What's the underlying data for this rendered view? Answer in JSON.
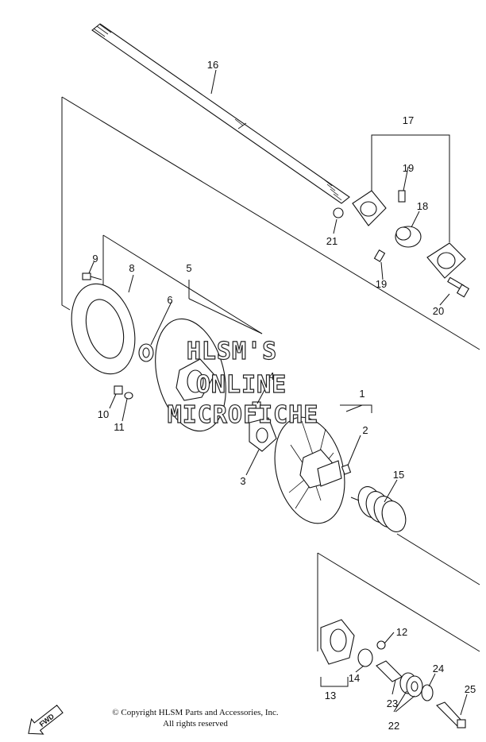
{
  "watermark": {
    "line1": "HLSM'S",
    "line2": "ONLINE",
    "line3": "MICROFICHE"
  },
  "copyright": {
    "line1": "© Copyright HLSM Parts and Accessories, Inc.",
    "line2": "All rights reserved"
  },
  "fwd_label": "FWD",
  "callouts": [
    {
      "id": "p1",
      "label": "1"
    },
    {
      "id": "p2",
      "label": "2"
    },
    {
      "id": "p3",
      "label": "3"
    },
    {
      "id": "p4",
      "label": "4"
    },
    {
      "id": "p5",
      "label": "5"
    },
    {
      "id": "p6",
      "label": "6"
    },
    {
      "id": "p8",
      "label": "8"
    },
    {
      "id": "p9",
      "label": "9"
    },
    {
      "id": "p10",
      "label": "10"
    },
    {
      "id": "p11",
      "label": "11"
    },
    {
      "id": "p12",
      "label": "12"
    },
    {
      "id": "p13",
      "label": "13"
    },
    {
      "id": "p14",
      "label": "14"
    },
    {
      "id": "p15",
      "label": "15"
    },
    {
      "id": "p16",
      "label": "16"
    },
    {
      "id": "p17",
      "label": "17"
    },
    {
      "id": "p18",
      "label": "18"
    },
    {
      "id": "p19a",
      "label": "19"
    },
    {
      "id": "p19b",
      "label": "19"
    },
    {
      "id": "p20",
      "label": "20"
    },
    {
      "id": "p21",
      "label": "21"
    },
    {
      "id": "p22",
      "label": "22"
    },
    {
      "id": "p23",
      "label": "23"
    },
    {
      "id": "p24",
      "label": "24"
    },
    {
      "id": "p25",
      "label": "25"
    }
  ]
}
